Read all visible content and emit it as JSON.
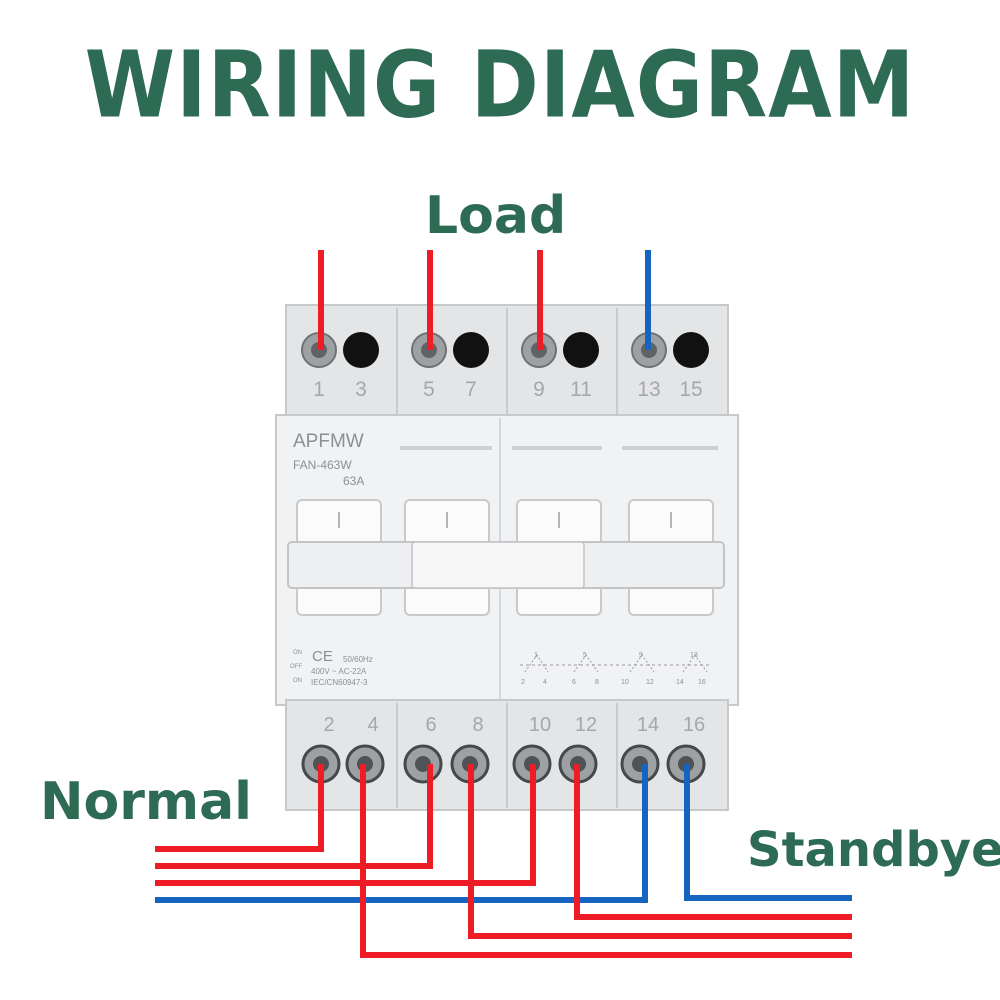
{
  "title": "WIRING DIAGRAM",
  "labels": {
    "load": "Load",
    "normal": "Normal",
    "standby": "Standbye"
  },
  "device": {
    "brand": "APFMW",
    "model": "FAN-463W",
    "rating": "63A",
    "ce_mark": "CE",
    "frequency": "50/60Hz",
    "voltage": "400V ~ AC-22A",
    "standard": "IEC/CN60947-3",
    "top_terminals": [
      "1",
      "3",
      "5",
      "7",
      "9",
      "11",
      "13",
      "15"
    ],
    "bottom_terminals": [
      "2",
      "4",
      "6",
      "8",
      "10",
      "12",
      "14",
      "16"
    ],
    "schematic_top": [
      "1",
      "5",
      "9",
      "13"
    ],
    "schematic_bottom": [
      "2",
      "4",
      "6",
      "8",
      "10",
      "12",
      "14",
      "16"
    ],
    "side_marks": [
      "ON",
      "OFF",
      "ON"
    ]
  },
  "colors": {
    "phase": "#ee1c25",
    "neutral": "#1565c0",
    "heading": "#2e6b55"
  }
}
